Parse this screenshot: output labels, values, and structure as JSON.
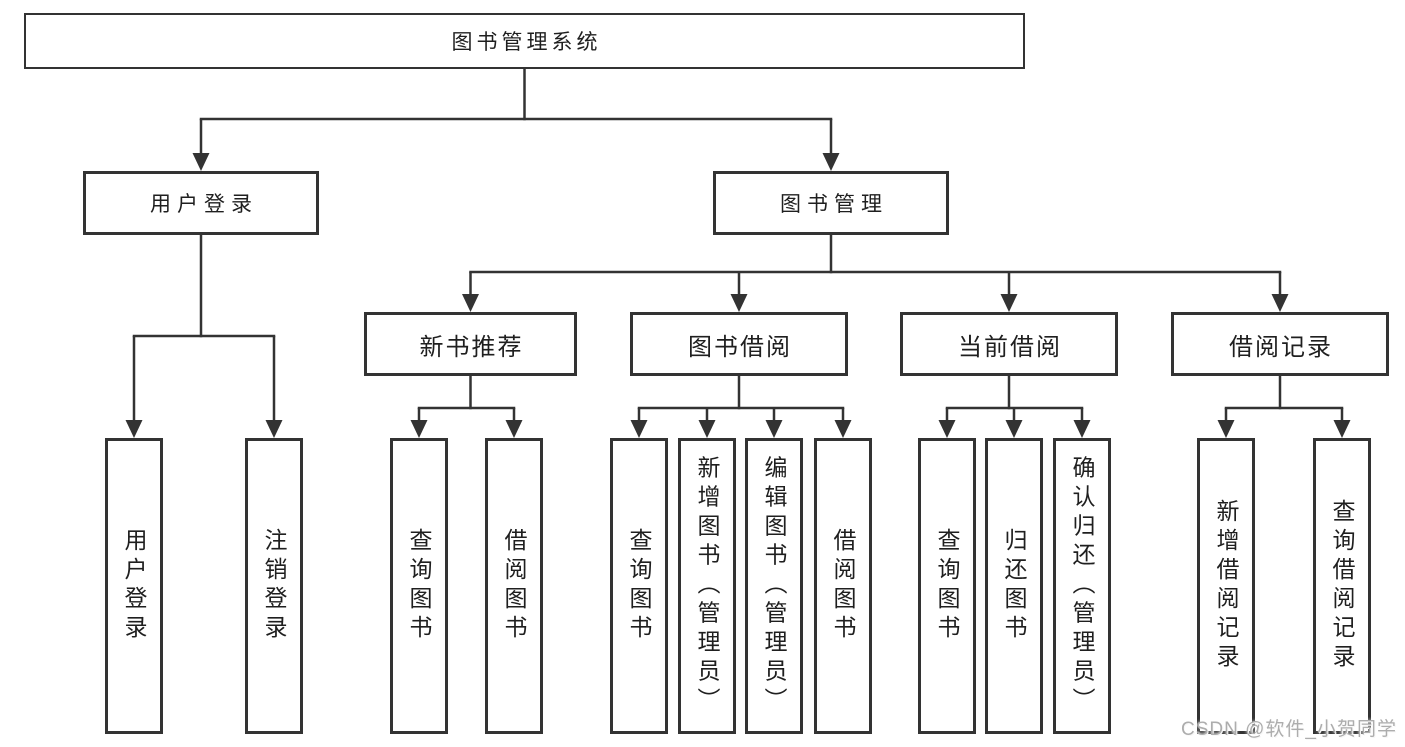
{
  "watermark": "CSDN @软件_小贺同学",
  "tree": {
    "root": "图书管理系统",
    "level2": {
      "user_login": "用户登录",
      "book_mgmt": "图书管理"
    },
    "level3": {
      "new_book_rec": "新书推荐",
      "book_borrow": "图书借阅",
      "current_borrow": "当前借阅",
      "borrow_records": "借阅记录"
    },
    "leaves": {
      "user_login": [
        "用户登录",
        "注销登录"
      ],
      "new_book_rec": [
        "查询图书",
        "借阅图书"
      ],
      "book_borrow": [
        "查询图书",
        "新增图书（管理员）",
        "编辑图书（管理员）",
        "借阅图书"
      ],
      "current_borrow": [
        "查询图书",
        "归还图书",
        "确认归还（管理员）"
      ],
      "borrow_records": [
        "新增借阅记录",
        "查询借阅记录"
      ]
    },
    "colors": {
      "line": "#333333",
      "border": "#333333",
      "text": "#1f1f1f",
      "watermark": "#adadad",
      "background": "#ffffff"
    }
  }
}
